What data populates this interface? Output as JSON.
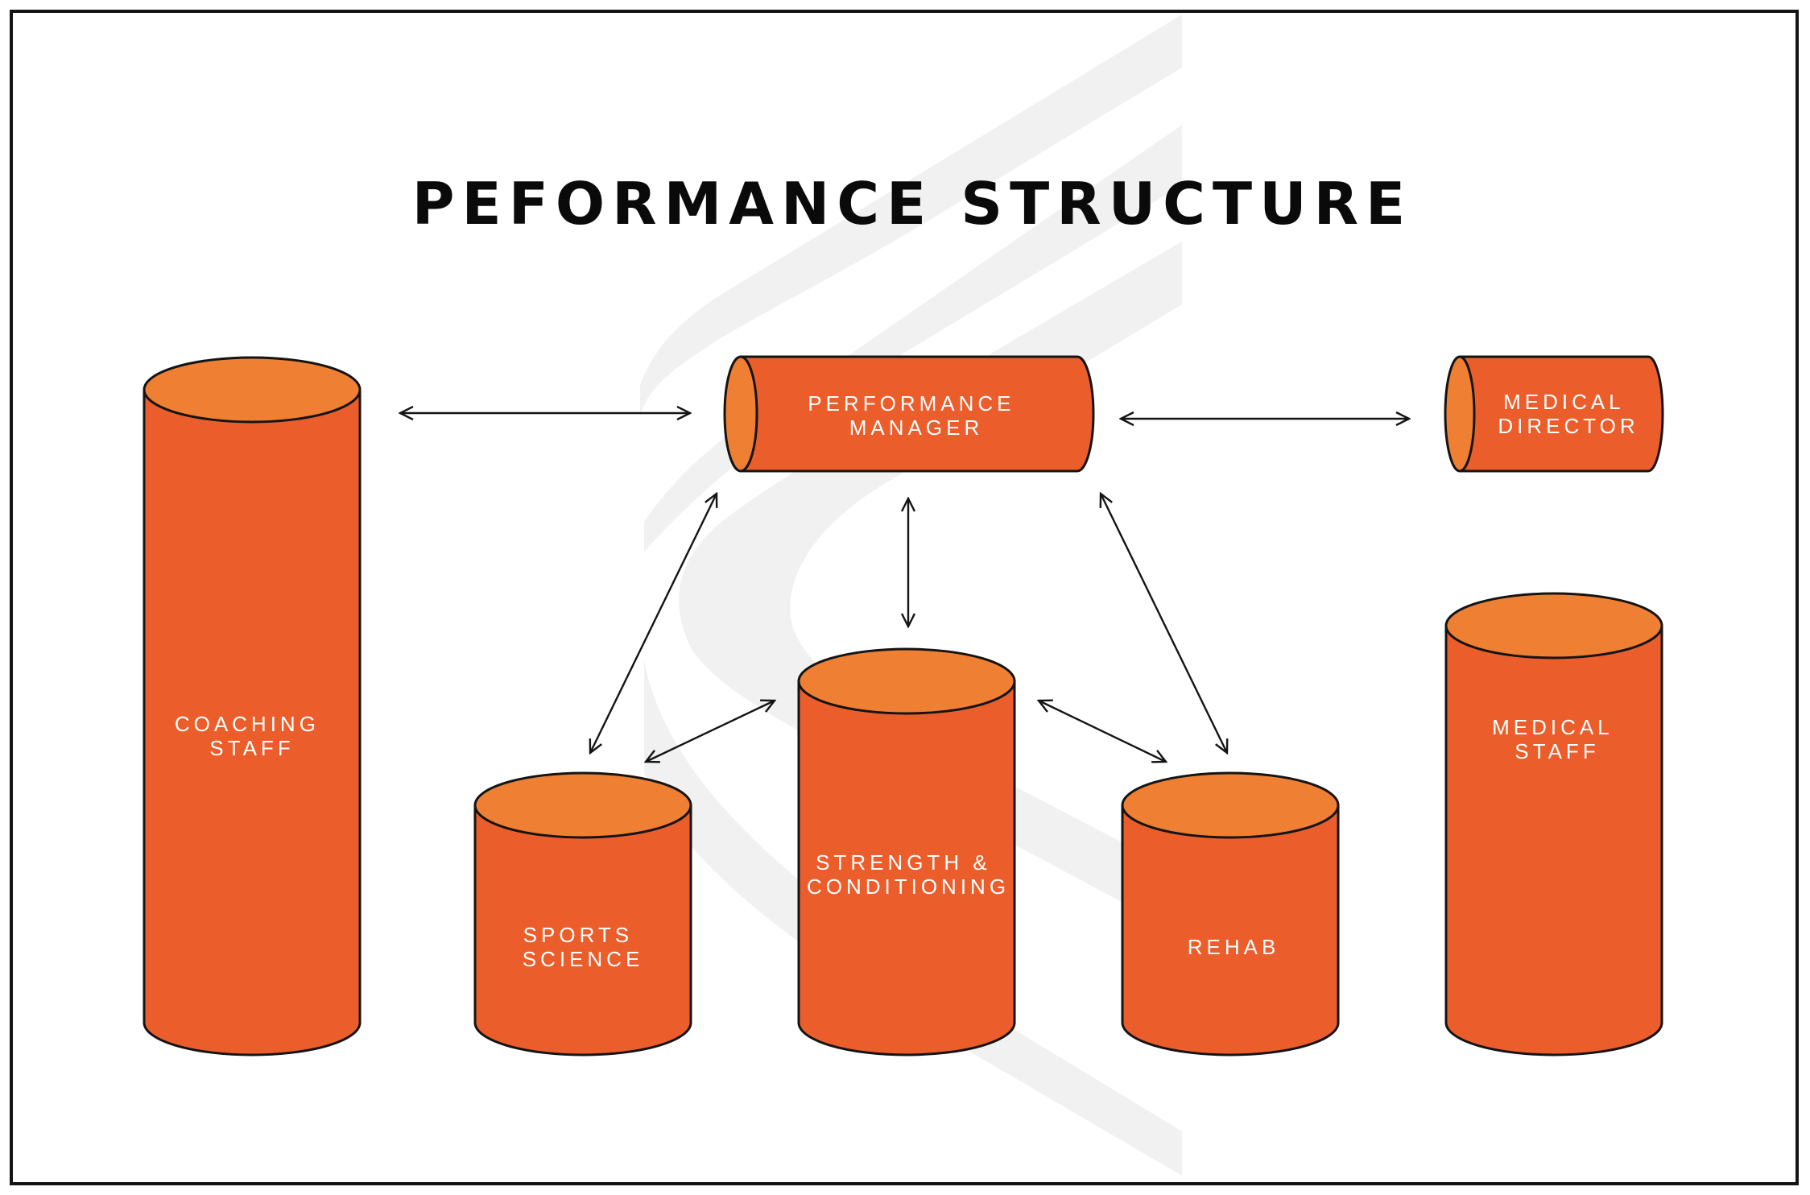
{
  "title": "PEFORMANCE STRUCTURE",
  "colors": {
    "cylinder_body": "#eb5e2b",
    "cylinder_top": "#ef7f32",
    "outline": "#141414",
    "watermark": "#f1f1f1",
    "label_text": "#ffffff"
  },
  "nodes": {
    "performance_manager": {
      "line1": "PERFORMANCE",
      "line2": "MANAGER"
    },
    "medical_director": {
      "line1": "MEDICAL",
      "line2": "DIRECTOR"
    },
    "coaching_staff": {
      "line1": "COACHING",
      "line2": "STAFF"
    },
    "sports_science": {
      "line1": "SPORTS",
      "line2": "SCIENCE"
    },
    "strength_conditioning": {
      "line1": "STRENGTH &",
      "line2": "CONDITIONING"
    },
    "rehab": {
      "line1": "REHAB"
    },
    "medical_staff": {
      "line1": "MEDICAL",
      "line2": "STAFF"
    }
  },
  "connections": [
    {
      "from": "coaching_staff",
      "to": "performance_manager",
      "direction": "both"
    },
    {
      "from": "performance_manager",
      "to": "medical_director",
      "direction": "both"
    },
    {
      "from": "performance_manager",
      "to": "sports_science",
      "direction": "both"
    },
    {
      "from": "performance_manager",
      "to": "strength_conditioning",
      "direction": "both"
    },
    {
      "from": "performance_manager",
      "to": "rehab",
      "direction": "both"
    },
    {
      "from": "sports_science",
      "to": "strength_conditioning",
      "direction": "both"
    },
    {
      "from": "strength_conditioning",
      "to": "rehab",
      "direction": "both"
    }
  ]
}
